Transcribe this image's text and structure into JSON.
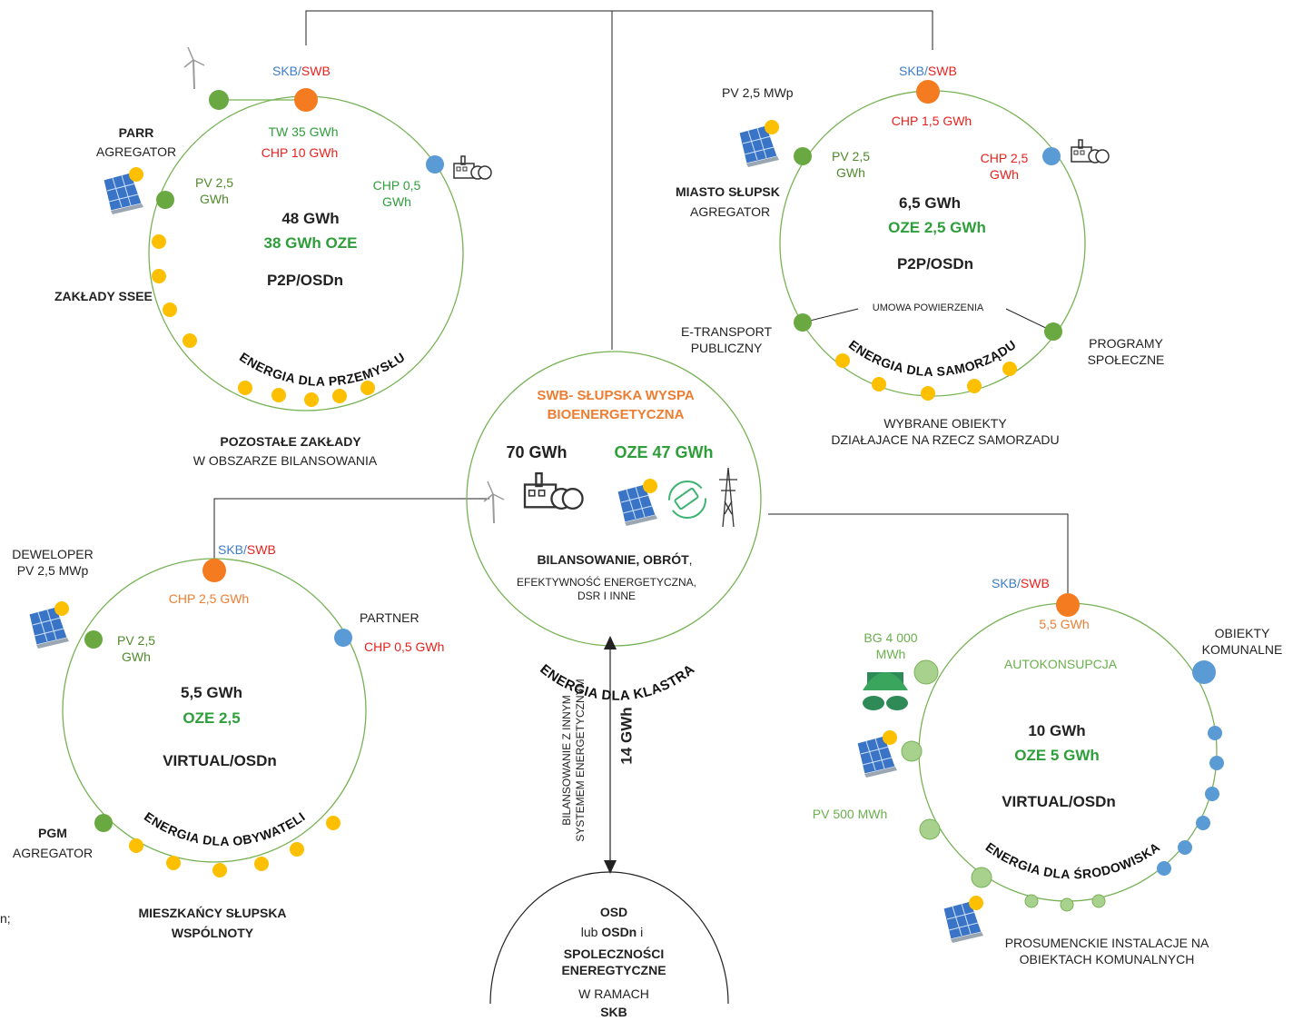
{
  "colors": {
    "orange": "#f47b20",
    "green": "#6aa842",
    "yellow": "#fcc000",
    "blue": "#5b9bd5",
    "line": "#77b255",
    "lightgreen": "#a9d18e",
    "red": "#e8211d"
  },
  "nodes": {
    "skb": "SKB",
    "slash": "/",
    "swb": "SWB"
  },
  "industry": {
    "tw": "TW 35 GWh",
    "chp10": "CHP 10 GWh",
    "pv": "PV 2,5\nGWh",
    "chp05": "CHP 0,5\nGWh",
    "total": "48 GWh",
    "oze": "38 GWh OZE",
    "mode": "P2P/OSDn",
    "arc": "ENERGIA DLA PRZEMYSŁU",
    "parr": "PARR",
    "parr_role": "AGREGATOR",
    "ssee": "ZAKŁADY SSEE",
    "rest1": "POZOSTAŁE ZAKŁADY",
    "rest2": "W OBSZARZE BILANSOWANIA"
  },
  "gov": {
    "pv_top": "PV 2,5 MWp",
    "chp15": "CHP 1,5 GWh",
    "pv": "PV 2,5\nGWh",
    "chp25": "CHP 2,5\nGWh",
    "total": "6,5 GWh",
    "oze": "OZE 2,5 GWh",
    "mode": "P2P/OSDn",
    "umowa": "UMOWA POWIERZENIA",
    "arc": "ENERGIA DLA SAMORZĄDU",
    "miasto": "MIASTO SŁUPSK",
    "miasto_role": "AGREGATOR",
    "etransport": "E-TRANSPORT\nPUBLICZNY",
    "programy": "PROGRAMY\nSPOŁECZNE",
    "objects": "WYBRANE OBIEKTY\nDZIAŁAJACE NA RZECZ SAMORZADU"
  },
  "center": {
    "title": "SWB- SŁUPSKA WYSPA\nBIOENERGETYCZNA",
    "total": "70 GWh",
    "oze": "OZE 47 GWh",
    "bil": "BILANSOWANIE, OBRÓT",
    "comma": ",",
    "eff": "EFEKTYWNOŚĆ ENERGETYCZNA,\nDSR I INNE",
    "arc": "ENERGIA DLA KLASTRA"
  },
  "citizens": {
    "dev": "DEWELOPER\nPV 2,5 MWp",
    "chp25": "CHP 2,5 GWh",
    "partner": "PARTNER",
    "chp05": "CHP 0,5 GWh",
    "pv": "PV 2,5\nGWh",
    "total": "5,5 GWh",
    "oze": "OZE 2,5",
    "mode": "VIRTUAL/OSDn",
    "arc": "ENERGIA DLA OBYWATELI",
    "pgm": "PGM",
    "pgm_role": "AGREGATOR",
    "res1": "MIESZKAŃCY SŁUPSKA",
    "res2": "WSPÓLNOTY",
    "edge": "n;"
  },
  "environment": {
    "gwh": "5,5 GWh",
    "bg": "BG 4 000\nMWh",
    "auto": "AUTOKONSUPCJA",
    "obiekty": "OBIEKTY\nKOMUNALNE",
    "total": "10 GWh",
    "oze": "OZE 5 GWh",
    "mode": "VIRTUAL/OSDn",
    "pv500": "PV 500 MWh",
    "arc": "ENERGIA DLA ŚRODOWISKA",
    "pros": "PROSUMENCKIE INSTALACJE NA\nOBIEKTACH KOMUNALNYCH"
  },
  "grid": {
    "vertical": "BILANSOWANIE Z INNYM\nSYSTEMEM ENERGETYCZNYM",
    "flow": "14 GWh",
    "osd": "OSD",
    "lub": "lub ",
    "osdn": "OSDn",
    "i": " i",
    "spol": "SPOLECZNOŚCI\nENEREGTYCZNE",
    "wramach": "W RAMACH",
    "skb": "SKB"
  }
}
